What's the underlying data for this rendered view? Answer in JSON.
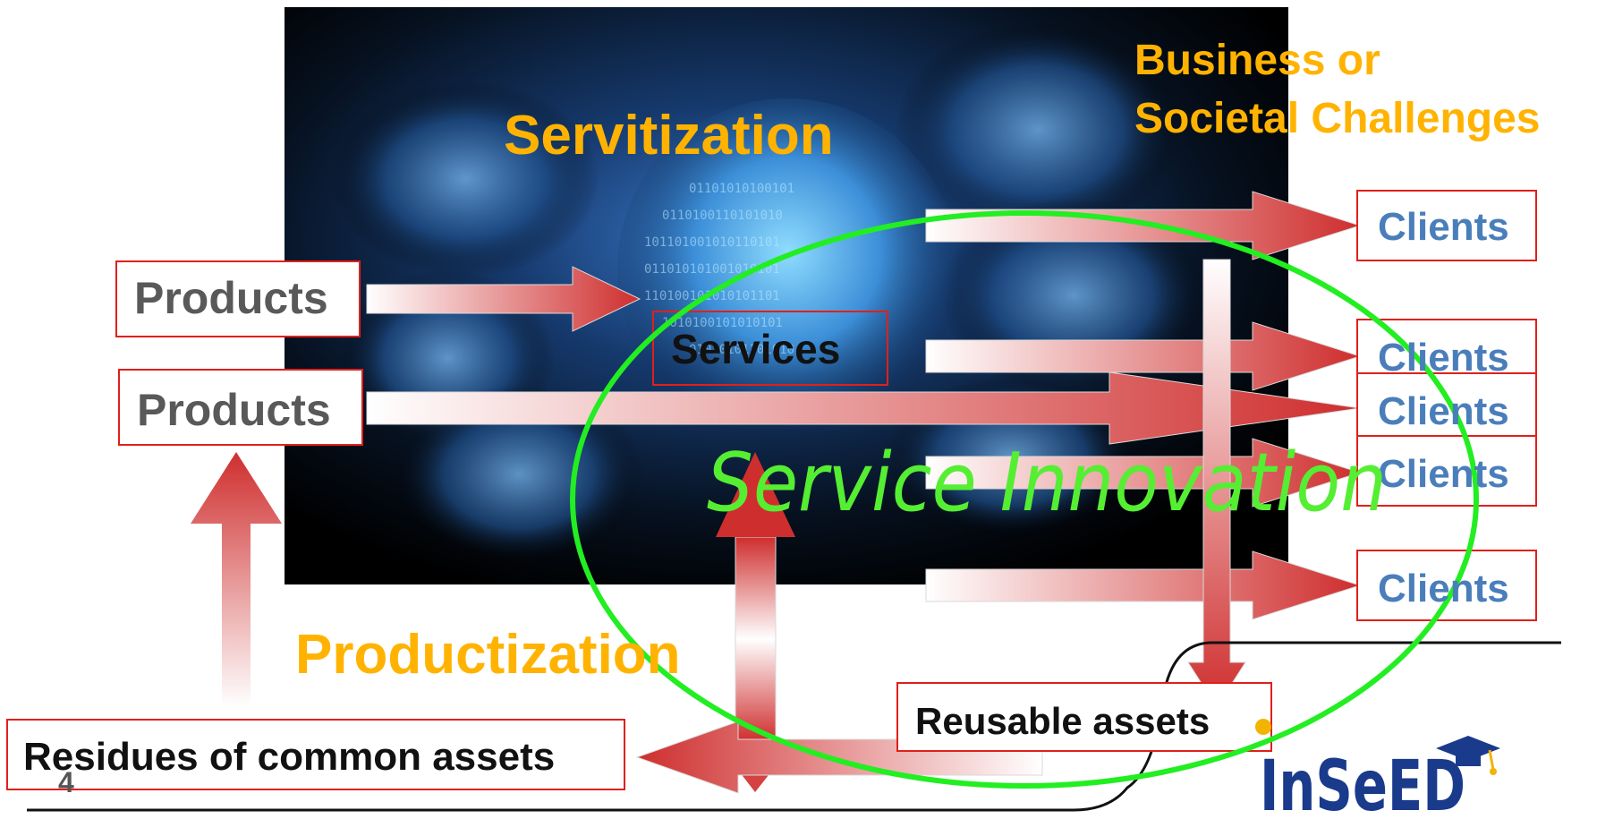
{
  "slide": {
    "page_number": "4",
    "headings": {
      "servitization": "Servitization",
      "productization": "Productization",
      "challenges_line1": "Business or",
      "challenges_line2": "Societal Challenges"
    },
    "center_label": "Service Innovation",
    "boxes": {
      "products_top": "Products",
      "products_bottom": "Products",
      "services": "Services",
      "reusable_assets": "Reusable assets",
      "residues": "Residues of common assets"
    },
    "clients": [
      "Clients",
      "Clients",
      "Clients",
      "Clients",
      "Clients"
    ],
    "logo": {
      "text": "InSeED"
    },
    "colors": {
      "accent_orange": "#FFB300",
      "client_blue": "#4A7EBB",
      "box_border_red": "#E0201B",
      "arrow_red": "#C8282B",
      "ellipse_green": "#22EE22",
      "innovation_green": "#55EE33",
      "logo_navy": "#1A3A8C"
    }
  }
}
